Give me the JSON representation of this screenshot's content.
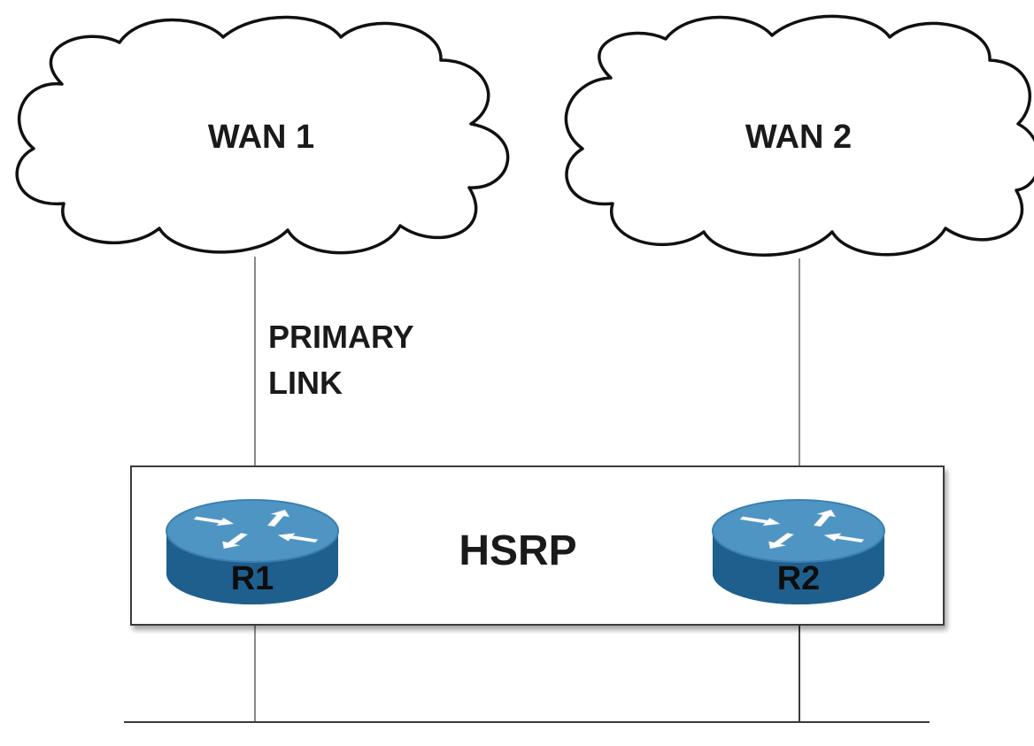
{
  "clouds": [
    {
      "label": "WAN 1"
    },
    {
      "label": "WAN 2"
    }
  ],
  "links": {
    "primary_label_line1": "PRIMARY",
    "primary_label_line2": "LINK"
  },
  "group": {
    "label": "HSRP"
  },
  "routers": [
    {
      "label": "R1",
      "icon": "router-icon"
    },
    {
      "label": "R2",
      "icon": "router-icon"
    }
  ],
  "colors": {
    "router_top": "#4f95c4",
    "router_side": "#1f5f8d",
    "router_rim": "#3b80b1",
    "line": "#8a8a8a",
    "box_border": "#3a3a3a"
  }
}
